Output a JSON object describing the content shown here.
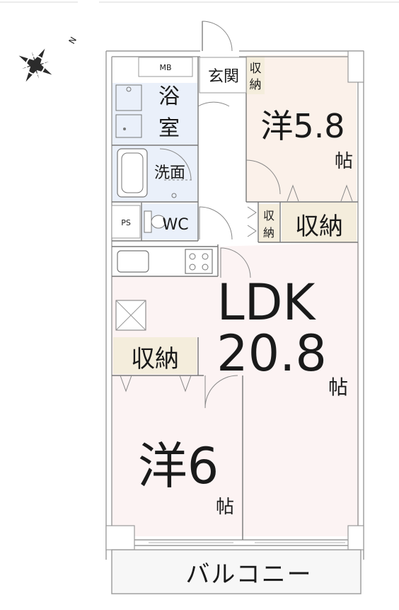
{
  "compass": {
    "north_label": "N"
  },
  "rooms": {
    "mb": "MB",
    "genkan": "玄関",
    "entry_storage": [
      "収",
      "納"
    ],
    "bath": [
      "浴",
      "室"
    ],
    "washroom": "洗面",
    "wc": "WC",
    "ps": "PS",
    "small_storage": [
      "収",
      "納"
    ],
    "western1": {
      "name": "洋5.8",
      "unit": "帖"
    },
    "storage1": "収納",
    "ldk": {
      "name": "LDK",
      "size": "20.8",
      "unit": "帖"
    },
    "storage2": "収納",
    "western2": {
      "name": "洋6",
      "unit": "帖"
    },
    "balcony": "バルコニー"
  },
  "colors": {
    "western1_fill": "#fbf1ea",
    "ldk_fill": "#fcf3f3",
    "western2_fill": "#fcf3f3",
    "wet_fill": "#eaf0fa",
    "storage_fill": "#f4eddc",
    "wall": "#cfcfcf",
    "line": "#555555"
  }
}
